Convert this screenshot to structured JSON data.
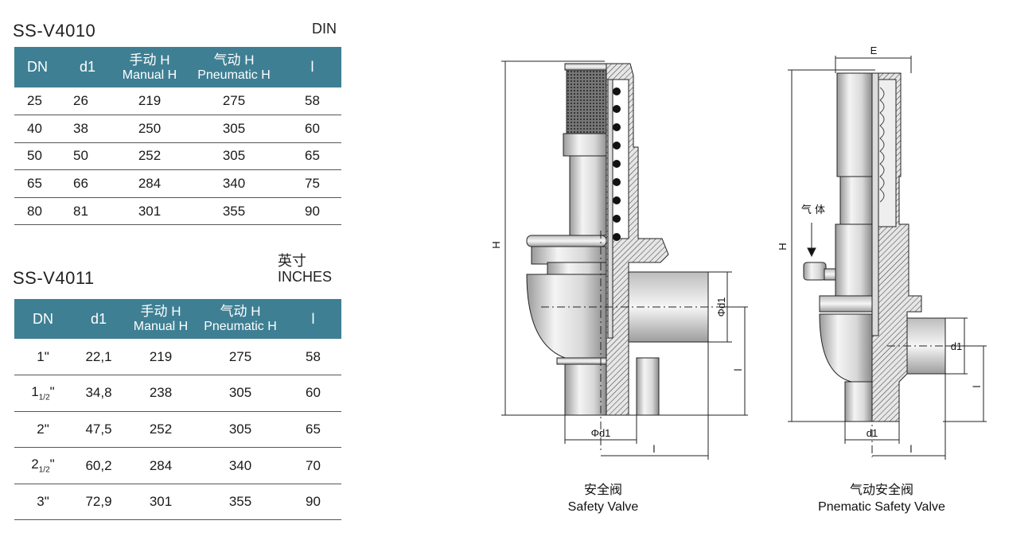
{
  "table1": {
    "title": "SS-V4010",
    "standard": "DIN",
    "headers": {
      "dn": "DN",
      "d1": "d1",
      "manual_cn": "手动 H",
      "manual_en": "Manual H",
      "pneu_cn": "气动 H",
      "pneu_en": "Pneumatic H",
      "l": "l"
    },
    "rows": [
      [
        "25",
        "26",
        "219",
        "275",
        "58"
      ],
      [
        "40",
        "38",
        "250",
        "305",
        "60"
      ],
      [
        "50",
        "50",
        "252",
        "305",
        "65"
      ],
      [
        "65",
        "66",
        "284",
        "340",
        "75"
      ],
      [
        "80",
        "81",
        "301",
        "355",
        "90"
      ]
    ]
  },
  "table2": {
    "title": "SS-V4011",
    "standard_cn": "英寸",
    "standard_en": "INCHES",
    "headers": {
      "dn": "DN",
      "d1": "d1",
      "manual_cn": "手动 H",
      "manual_en": "Manual H",
      "pneu_cn": "气动 H",
      "pneu_en": "Pneumatic H",
      "l": "l"
    },
    "rows": [
      {
        "dn_main": "1\"",
        "dn_sub": "",
        "dn_tail": "",
        "d1": "22,1",
        "manual": "219",
        "pneu": "275",
        "l": "58"
      },
      {
        "dn_main": "1",
        "dn_sub": "1/2",
        "dn_tail": "\"",
        "d1": "34,8",
        "manual": "238",
        "pneu": "305",
        "l": "60"
      },
      {
        "dn_main": "2\"",
        "dn_sub": "",
        "dn_tail": "",
        "d1": "47,5",
        "manual": "252",
        "pneu": "305",
        "l": "65"
      },
      {
        "dn_main": "2",
        "dn_sub": "1/2",
        "dn_tail": "\"",
        "d1": "60,2",
        "manual": "284",
        "pneu": "340",
        "l": "70"
      },
      {
        "dn_main": "3\"",
        "dn_sub": "",
        "dn_tail": "",
        "d1": "72,9",
        "manual": "301",
        "pneu": "355",
        "l": "90"
      }
    ]
  },
  "drawing1": {
    "dim_h": "H",
    "dim_d1": "Φd1",
    "dim_d1_bottom": "Φd1",
    "dim_l_right": "l",
    "dim_l_bottom": "l",
    "caption_cn": "安全阀",
    "caption_en": "Safety Valve"
  },
  "drawing2": {
    "dim_e": "E",
    "dim_h": "H",
    "gas_label": "气 体",
    "dim_d1": "d1",
    "dim_d1_bottom": "d1",
    "dim_l_right": "l",
    "dim_l_bottom": "l",
    "caption_cn": "气动安全阀",
    "caption_en": "Pnematic Safety Valve"
  },
  "colors": {
    "header_bg": "#3e7f93",
    "header_text": "#ffffff"
  }
}
